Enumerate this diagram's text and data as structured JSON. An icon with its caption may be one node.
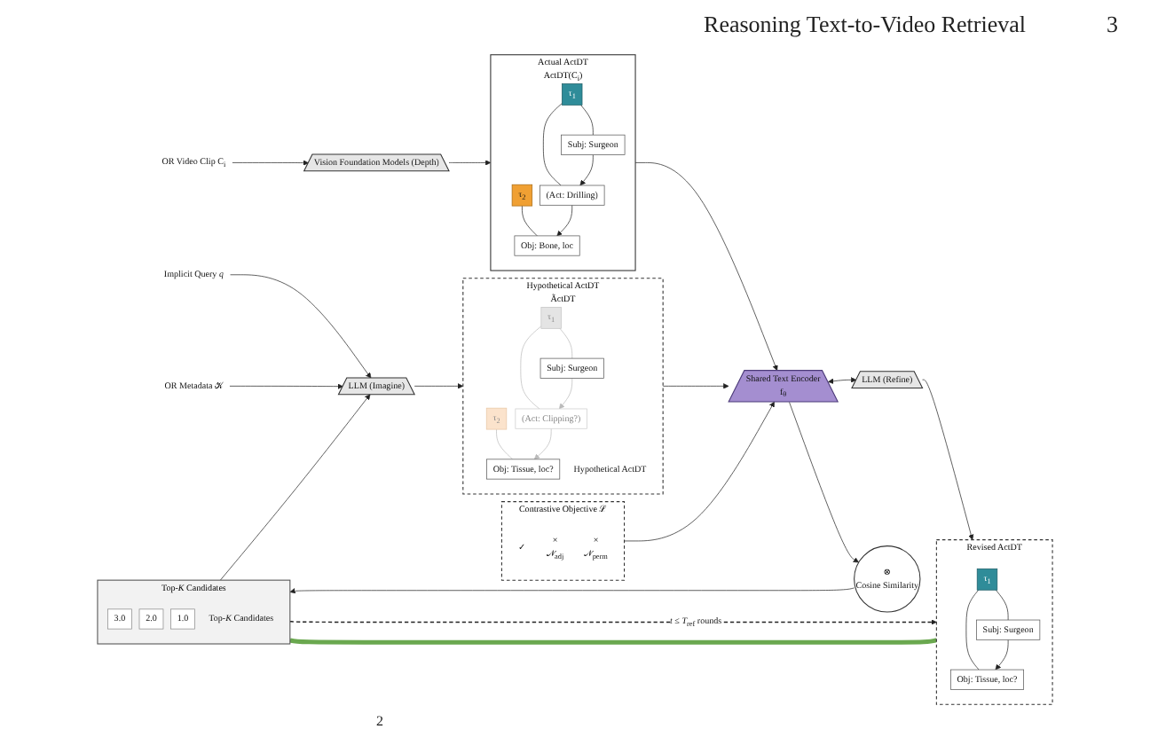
{
  "diagram": {
    "nodes": [
      {
        "text": [
          "OR Video Clip C$_{i}$"
        ]
      },
      {
        "text": [
          "Vision Foundation Models (Depth)"
        ]
      },
      {
        "text": [
          "Actual ActDT",
          "ActDT(C$_{i}$)"
        ]
      },
      {
        "text": [
          "τ$_{1}$"
        ],
        "in": 2
      },
      {
        "text": [
          "τ$_{2}$"
        ],
        "in": 2
      },
      {
        "text": [
          "Subj: Surgeon"
        ],
        "in": 2
      },
      {
        "text": [
          "(Act: Drilling)"
        ],
        "in": 2
      },
      {
        "text": [
          "Obj: Bone, loc"
        ],
        "in": 2
      },
      {
        "text": [
          "LLM (Refine)"
        ]
      },
      {
        "text": [
          "Revised ActDT"
        ]
      },
      {
        "text": [
          "τ$_{1}$"
        ],
        "in": 9
      },
      {
        "text": [
          "Subj: Surgeon"
        ],
        "in": 9
      },
      {
        "text": [
          "Obj: Tissue, loc?"
        ],
        "in": 9
      },
      {
        "text": [
          "Implicit Query *q*"
        ]
      },
      {
        "text": [
          "OR Metadata 𝒦"
        ]
      },
      {
        "text": [
          "LLM (Imagine)"
        ]
      },
      {
        "text": [
          "Hypothetical ActDT",
          "ÃctDT"
        ],
        "beside": [
          "Hypothetical ActDT"
        ]
      },
      {
        "text": [
          "τ$_{1}$"
        ],
        "in": 16
      },
      {
        "text": [
          "τ$_{2}$"
        ],
        "in": 16
      },
      {
        "text": [
          "Subj: Surgeon"
        ],
        "in": 16
      },
      {
        "text": [
          "(Act: Clipping?)"
        ],
        "in": 16
      },
      {
        "text": [
          "Obj: Tissue, loc?"
        ],
        "in": 16
      },
      {
        "text": [
          "Shared Text Encoder",
          "f$_{θ}$"
        ]
      },
      {
        "text": [
          "⊗",
          "Cosine Similarity"
        ]
      },
      {
        "text": [
          "Top-*K* Candidates"
        ],
        "beside": [
          "Top-*K* Candidates"
        ]
      },
      {
        "text": [
          "3.0"
        ],
        "in": 24
      },
      {
        "text": [
          "2.0"
        ],
        "in": 24
      },
      {
        "text": [
          "1.0"
        ],
        "in": 24
      },
      {
        "text": [
          "Contrastive Objective ℒ"
        ]
      },
      {
        "text": [
          "✓"
        ],
        "in": 28
      },
      {
        "text": [
          "×",
          "𝒩$_{adj}$"
        ],
        "in": 28
      },
      {
        "text": [
          "×",
          "𝒩$_{perm}$"
        ],
        "in": 28
      }
    ],
    "edges": [
      {
        "from": 0,
        "to": 1,
        "arrow": "to"
      },
      {
        "from": 1,
        "to": 2,
        "arrow": "to"
      },
      {
        "from": 3,
        "to": 5,
        "arrow": "none"
      },
      {
        "from": 3,
        "to": 6,
        "arrow": "none"
      },
      {
        "from": 4,
        "to": 7,
        "arrow": "none"
      },
      {
        "from": 5,
        "to": 6,
        "arrow": "to"
      },
      {
        "from": 6,
        "to": 7,
        "arrow": "to"
      },
      {
        "from": 2,
        "to": 22,
        "arrow": "to"
      },
      {
        "from": 22,
        "to": 8,
        "arrow": "both"
      },
      {
        "from": 8,
        "to": 9,
        "arrow": "to"
      },
      {
        "from": 10,
        "to": 11,
        "arrow": "none"
      },
      {
        "from": 10,
        "to": 12,
        "arrow": "none"
      },
      {
        "from": 11,
        "to": 12,
        "arrow": "to"
      },
      {
        "from": 13,
        "to": 15,
        "arrow": "to"
      },
      {
        "from": 14,
        "to": 15,
        "arrow": "to"
      },
      {
        "from": 15,
        "to": 16,
        "arrow": "to"
      },
      {
        "from": 17,
        "to": 19,
        "arrow": "none",
        "color": "#bbbbbb"
      },
      {
        "from": 17,
        "to": 20,
        "arrow": "none",
        "color": "#bbbbbb"
      },
      {
        "from": 18,
        "to": 21,
        "arrow": "none",
        "color": "#bbbbbb"
      },
      {
        "from": 19,
        "to": 20,
        "arrow": "to",
        "color": "#bbbbbb"
      },
      {
        "from": 20,
        "to": 21,
        "arrow": "to",
        "color": "#bbbbbb"
      },
      {
        "from": 16,
        "to": 22,
        "arrow": "to"
      },
      {
        "from": 22,
        "to": 23,
        "arrow": "to"
      },
      {
        "from": 23,
        "to": 24,
        "arrow": "to"
      },
      {
        "from": 28,
        "to": 22,
        "arrow": "to"
      },
      {
        "from": 24,
        "to": 15,
        "arrow": "to"
      },
      {
        "from": 24,
        "to": 9,
        "arrow": "to",
        "style": "dashed",
        "label": "*t* ≤ *T*$_{ref}$ rounds"
      },
      {
        "from": 24,
        "to": 9,
        "arrow": "none",
        "style": "thick",
        "color": "#6aa84f"
      }
    ],
    "labels": [
      "Reasoning Text-to-Video Retrieval",
      "3",
      "2"
    ]
  }
}
